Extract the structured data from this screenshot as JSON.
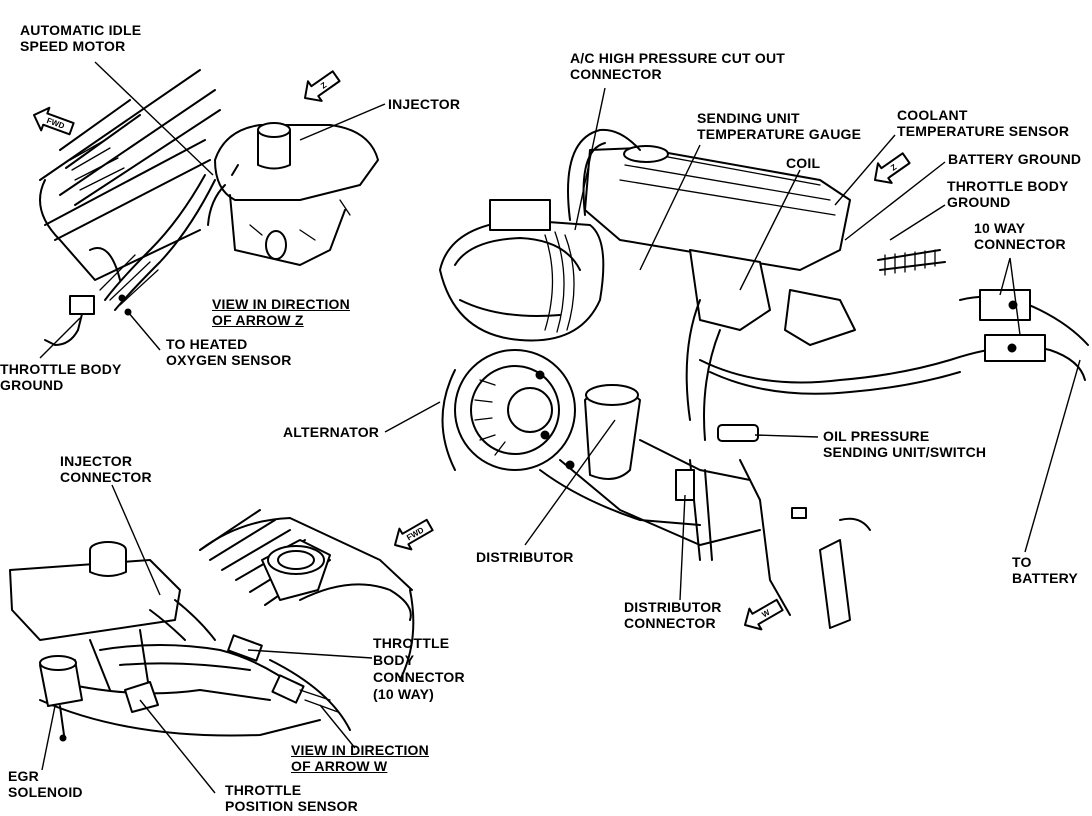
{
  "labels": {
    "automatic_idle_speed_motor": "AUTOMATIC IDLE\nSPEED MOTOR",
    "injector": "INJECTOR",
    "view_arrow_z": "VIEW IN DIRECTION\nOF ARROW Z",
    "to_heated_oxygen_sensor": "TO HEATED\nOXYGEN SENSOR",
    "throttle_body_ground_left": "THROTTLE BODY\nGROUND",
    "alternator": "ALTERNATOR",
    "injector_connector": "INJECTOR\nCONNECTOR",
    "distributor": "DISTRIBUTOR",
    "throttle_body_connector": "THROTTLE\nBODY\nCONNECTOR\n(10 WAY)",
    "view_arrow_w": "VIEW IN DIRECTION\nOF ARROW W",
    "egr_solenoid": "EGR\nSOLENOID",
    "throttle_position_sensor": "THROTTLE\nPOSITION SENSOR",
    "ac_high_pressure": "A/C HIGH PRESSURE CUT OUT\nCONNECTOR",
    "sending_unit_temp_gauge": "SENDING UNIT\nTEMPERATURE GAUGE",
    "coolant_temp_sensor": "COOLANT\nTEMPERATURE SENSOR",
    "coil": "COIL",
    "battery_ground": "BATTERY GROUND",
    "throttle_body_ground_right": "THROTTLE BODY\nGROUND",
    "ten_way_connector": "10 WAY\nCONNECTOR",
    "oil_pressure": "OIL PRESSURE\nSENDING UNIT/SWITCH",
    "distributor_connector": "DISTRIBUTOR\nCONNECTOR",
    "to_battery": "TO\nBATTERY"
  },
  "arrows": {
    "fwd": "FWD",
    "z": "Z",
    "w": "W"
  }
}
